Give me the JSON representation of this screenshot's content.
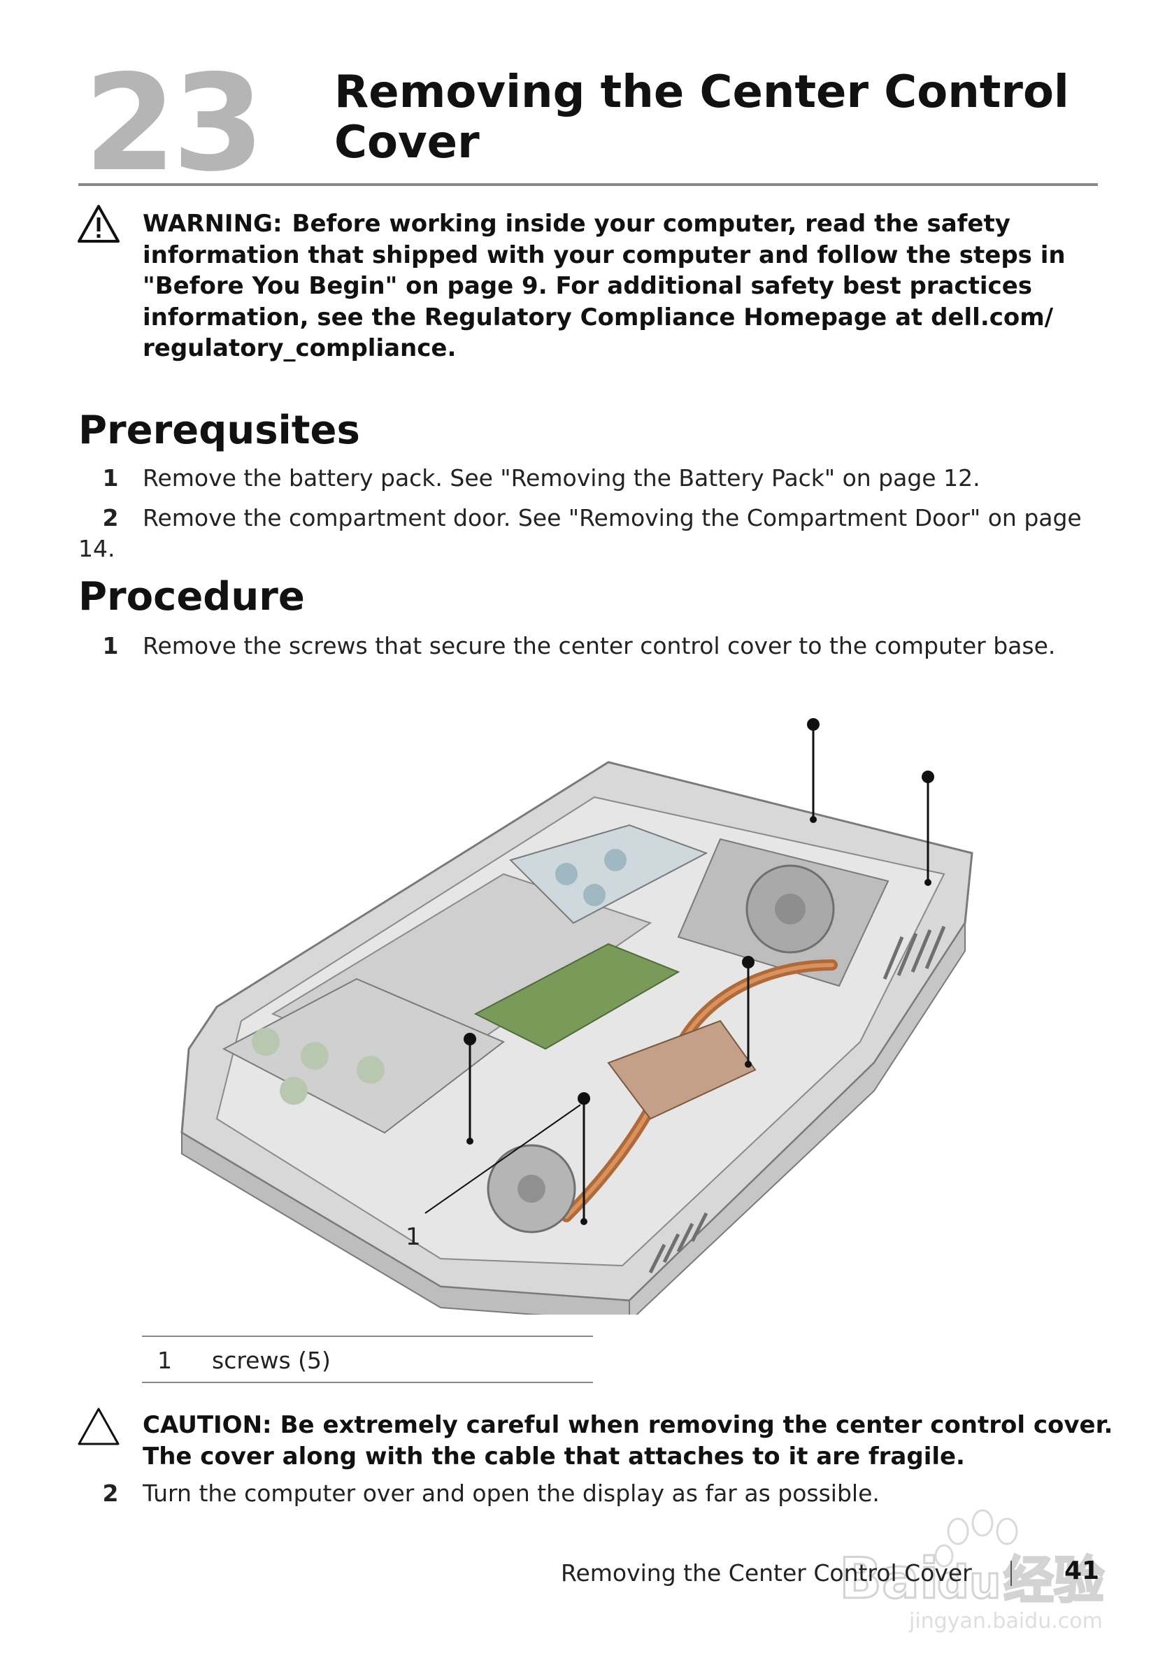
{
  "chapter": {
    "number": "23",
    "title": "Removing the Center Control Cover"
  },
  "warning": {
    "label": "WARNING:",
    "text": "Before working inside your computer, read the safety information that shipped with your computer and follow the steps in \"Before You Begin\" on page 9. For additional safety best practices information, see the Regulatory Compliance Homepage at dell.com/ regulatory_compliance."
  },
  "prerequisites": {
    "heading": "Prerequsites",
    "steps": [
      {
        "num": "1",
        "text": "Remove the battery pack. See \"Removing the Battery Pack\" on page 12."
      },
      {
        "num": "2",
        "text": "Remove the compartment door. See \"Removing the Compartment Door\" on page 14."
      }
    ]
  },
  "procedure": {
    "heading": "Procedure",
    "steps": [
      {
        "num": "1",
        "text": "Remove the screws that secure the center control cover to the computer base."
      },
      {
        "num": "2",
        "text": "Turn the computer over and open the display as far as possible."
      }
    ]
  },
  "figure": {
    "callout": "1"
  },
  "legend": {
    "num": "1",
    "text": "screws (5)"
  },
  "caution": {
    "label": "CAUTION:",
    "text": "Be extremely careful when removing the center control cover. The cover along with the cable that attaches to it are fragile."
  },
  "footer": {
    "title": "Removing the Center Control Cover",
    "page": "41"
  },
  "watermark": {
    "brand": "Bai",
    "brand2": "du",
    "cn": "经验",
    "url": "jingyan.baidu.com"
  }
}
